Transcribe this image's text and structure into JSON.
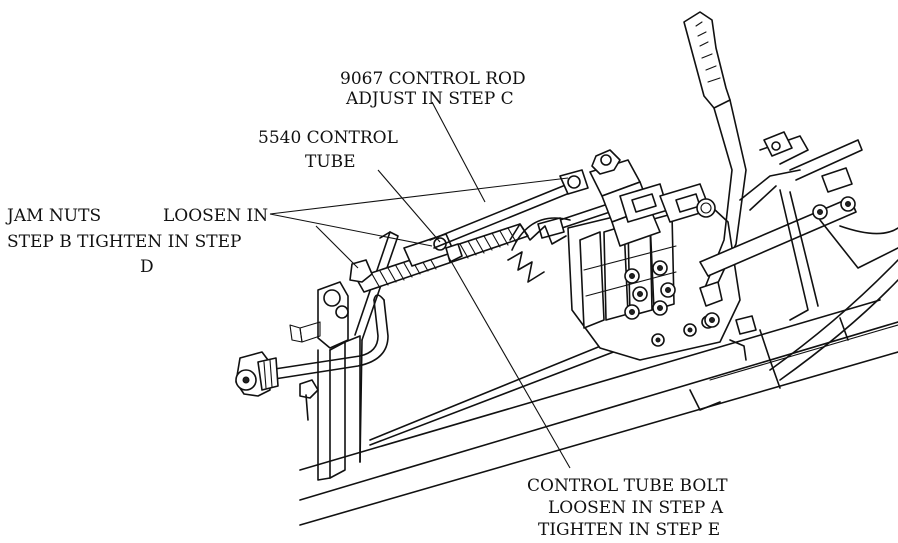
{
  "labels": {
    "control_rod_line1": "9067 CONTROL ROD",
    "control_rod_line2": "ADJUST IN STEP C",
    "control_tube_line1": "5540 CONTROL",
    "control_tube_line2": "TUBE",
    "jam_nuts_line1": "JAM NUTS",
    "jam_nuts_loosen": "LOOSEN IN",
    "jam_nuts_line2": "STEP B TIGHTEN IN STEP",
    "jam_nuts_line3": "D",
    "tube_bolt_line1": "CONTROL TUBE BOLT",
    "tube_bolt_line2": "LOOSEN IN STEP A",
    "tube_bolt_line3": "TIGHTEN IN STEP E"
  }
}
